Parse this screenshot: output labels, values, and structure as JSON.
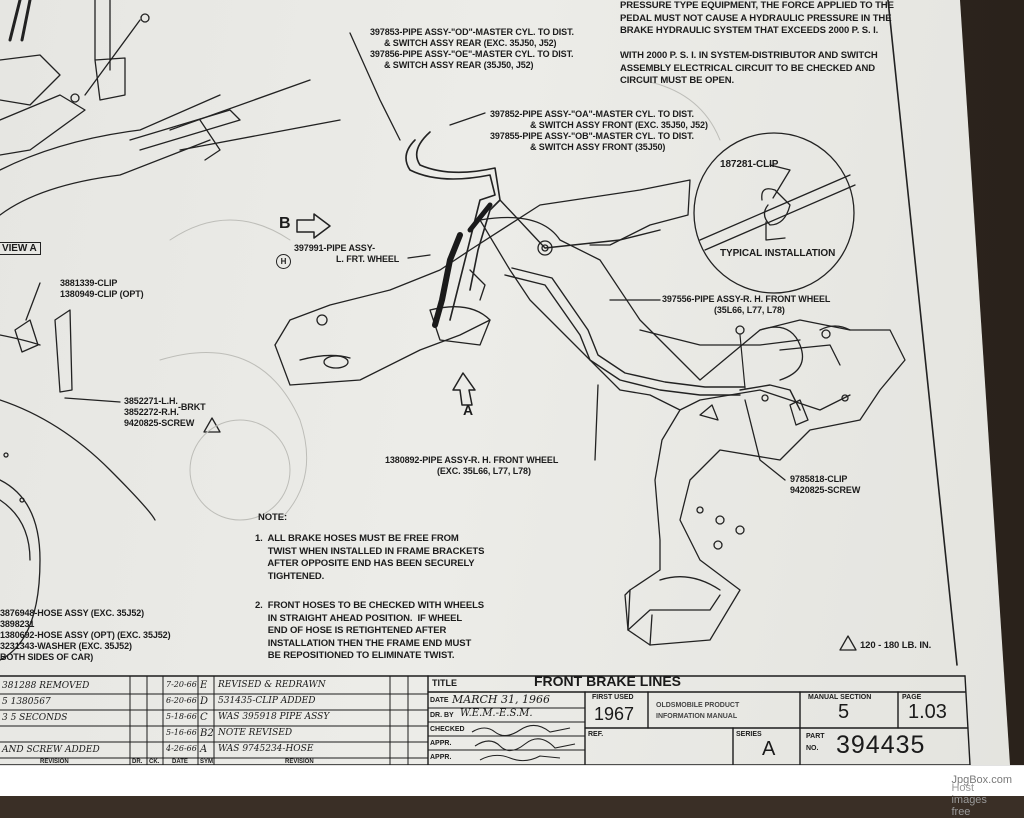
{
  "callouts": {
    "pipe_od": [
      "397853-PIPE ASSY-\"OD\"-MASTER CYL. TO DIST.",
      "& SWITCH ASSY REAR (EXC. 35J50, J52)"
    ],
    "pipe_oe": [
      "397856-PIPE ASSY-\"OE\"-MASTER CYL. TO DIST.",
      "& SWITCH ASSY REAR (35J50, J52)"
    ],
    "pipe_oa": [
      "397852-PIPE ASSY-\"OA\"-MASTER CYL. TO DIST.",
      "& SWITCH ASSY FRONT (EXC. 35J50, J52)"
    ],
    "pipe_ob": [
      "397855-PIPE ASSY-\"OB\"-MASTER CYL. TO DIST.",
      "& SWITCH ASSY FRONT (35J50)"
    ],
    "top_note": [
      "PRESSURE TYPE EQUIPMENT, THE FORCE APPLIED TO THE",
      "PEDAL MUST NOT CAUSE A HYDRAULIC PRESSURE IN THE",
      "BRAKE HYDRAULIC SYSTEM THAT EXCEEDS 2000 P. S. I.",
      "",
      "WITH 2000 P. S. I. IN SYSTEM-DISTRIBUTOR AND SWITCH",
      "ASSEMBLY ELECTRICAL CIRCUIT TO BE CHECKED AND",
      "CIRCUIT MUST BE OPEN."
    ],
    "clip_187281": "187281-CLIP",
    "typical_installation": "TYPICAL INSTALLATION",
    "view_b": "B",
    "view_a": "VIEW A",
    "pipe_lfrt_h": "H",
    "pipe_lfrt": [
      "397991-PIPE ASSY-",
      "L. FRT. WHEEL"
    ],
    "pipe_rh_front": [
      "397556-PIPE ASSY-R. H. FRONT WHEEL",
      "(35L66, L77, L78)"
    ],
    "clip_left": [
      "3881339-CLIP",
      "1380949-CLIP (OPT)"
    ],
    "bracket": [
      "3852271-L.H.",
      "3852272-R.H.",
      "9420825-SCREW"
    ],
    "bracket_brkt": "-BRKT",
    "view_arrow_a": "A",
    "pipe_1380892": [
      "1380892-PIPE ASSY-R. H. FRONT WHEEL",
      "(EXC. 35L66, L77, L78)"
    ],
    "clip_9785818": [
      "9785818-CLIP",
      "9420825-SCREW"
    ],
    "hoses": [
      "3876948-HOSE ASSY (EXC. 35J52)",
      "3898231",
      "1380692-HOSE ASSY (OPT) (EXC. 35J52)",
      "3231343-WASHER (EXC. 35J52)",
      "BOTH SIDES OF CAR)"
    ],
    "torque": "120 - 180 LB. IN."
  },
  "notes": {
    "heading": "NOTE:",
    "items": [
      [
        "1.  ALL BRAKE HOSES MUST BE FREE FROM",
        "     TWIST WHEN INSTALLED IN FRAME BRACKETS",
        "     AFTER OPPOSITE END HAS BEEN SECURELY",
        "     TIGHTENED."
      ],
      [
        "2.  FRONT HOSES TO BE CHECKED WITH WHEELS",
        "     IN STRAIGHT AHEAD POSITION.  IF WHEEL",
        "     END OF HOSE IS RETIGHTENED AFTER",
        "     INSTALLATION THEN THE FRAME END MUST",
        "     BE REPOSITIONED TO ELIMINATE TWIST."
      ]
    ]
  },
  "title_block": {
    "title_label": "TITLE",
    "title": "FRONT BRAKE LINES",
    "date_label": "DATE",
    "date": "MARCH 31, 1966",
    "dr_label": "DR. BY",
    "dr": "W.E.M.-E.S.M.",
    "checked_label": "CHECKED",
    "appr_label": "APPR.",
    "appr2_label": "APPR.",
    "first_used_label": "FIRST USED",
    "first_used": "1967",
    "product_label": [
      "OLDSMOBILE PRODUCT",
      "INFORMATION MANUAL"
    ],
    "manual_section_label": "MANUAL SECTION",
    "manual_section": "5",
    "page_label": "PAGE",
    "page": "1.03",
    "ref_label": "REF.",
    "series_label": "SERIES",
    "series": "A",
    "part_label": [
      "PART",
      "NO."
    ],
    "part_no": "394435",
    "revision_col_label": "REVISION",
    "col_labels": [
      "DR.",
      "CK.",
      "DATE",
      "SYM."
    ],
    "revisions": [
      {
        "left": "381288 REMOVED",
        "date": "7-20-66",
        "sym": "E",
        "text": "REVISED & REDRAWN"
      },
      {
        "left": "5 1380567",
        "date": "6-20-66",
        "sym": "D",
        "text": "531435-CLIP ADDED"
      },
      {
        "left": "3 5 SECONDS",
        "date": "5-18-66",
        "sym": "C",
        "text": "WAS 395918 PIPE ASSY"
      },
      {
        "left": "",
        "date": "5-16-66",
        "sym": "B2",
        "text": "NOTE REVISED"
      },
      {
        "left": "AND SCREW ADDED",
        "date": "4-26-66",
        "sym": "A",
        "text": "WAS 9745234-HOSE"
      }
    ]
  },
  "footer": {
    "prefix": "Host images free ",
    "brand": "JpgBox.com"
  }
}
